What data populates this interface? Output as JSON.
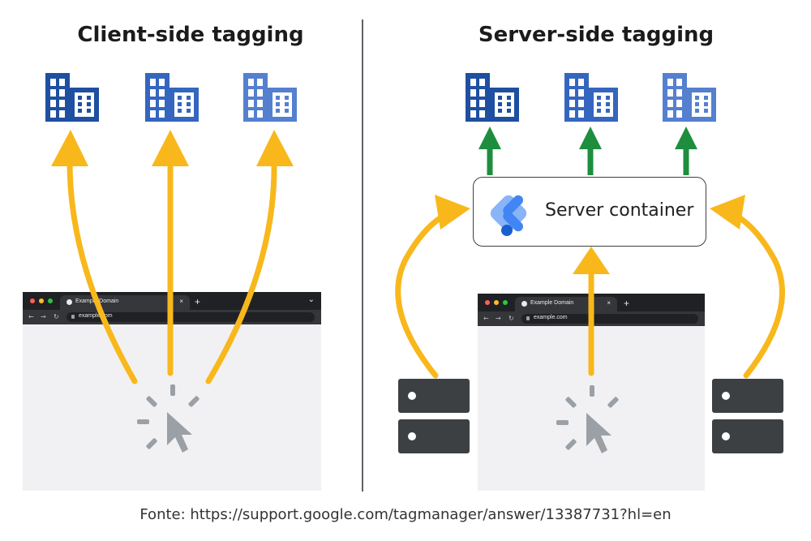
{
  "titles": {
    "client": "Client-side tagging",
    "server": "Server-side tagging"
  },
  "browser": {
    "tab_label": "Example Domain",
    "tab_close": "×",
    "new_tab": "+",
    "url": "example.com"
  },
  "server_container": {
    "label": "Server container"
  },
  "caption": "Fonte: https://support.google.com/tagmanager/answer/13387731?hl=en",
  "colors": {
    "vendor_dark": "#1f4fa0",
    "vendor_mid": "#3566bf",
    "vendor_light": "#5580cf",
    "arrow_yellow": "#f8b81c",
    "arrow_green": "#1e8e3e",
    "cursor_gray": "#9aa0a6",
    "server_rack": "#3c4043"
  },
  "icons": {
    "vendor": "building-icon",
    "gtm": "gtm-logo-icon",
    "cursor": "click-cursor-icon",
    "server": "server-rack-icon"
  }
}
